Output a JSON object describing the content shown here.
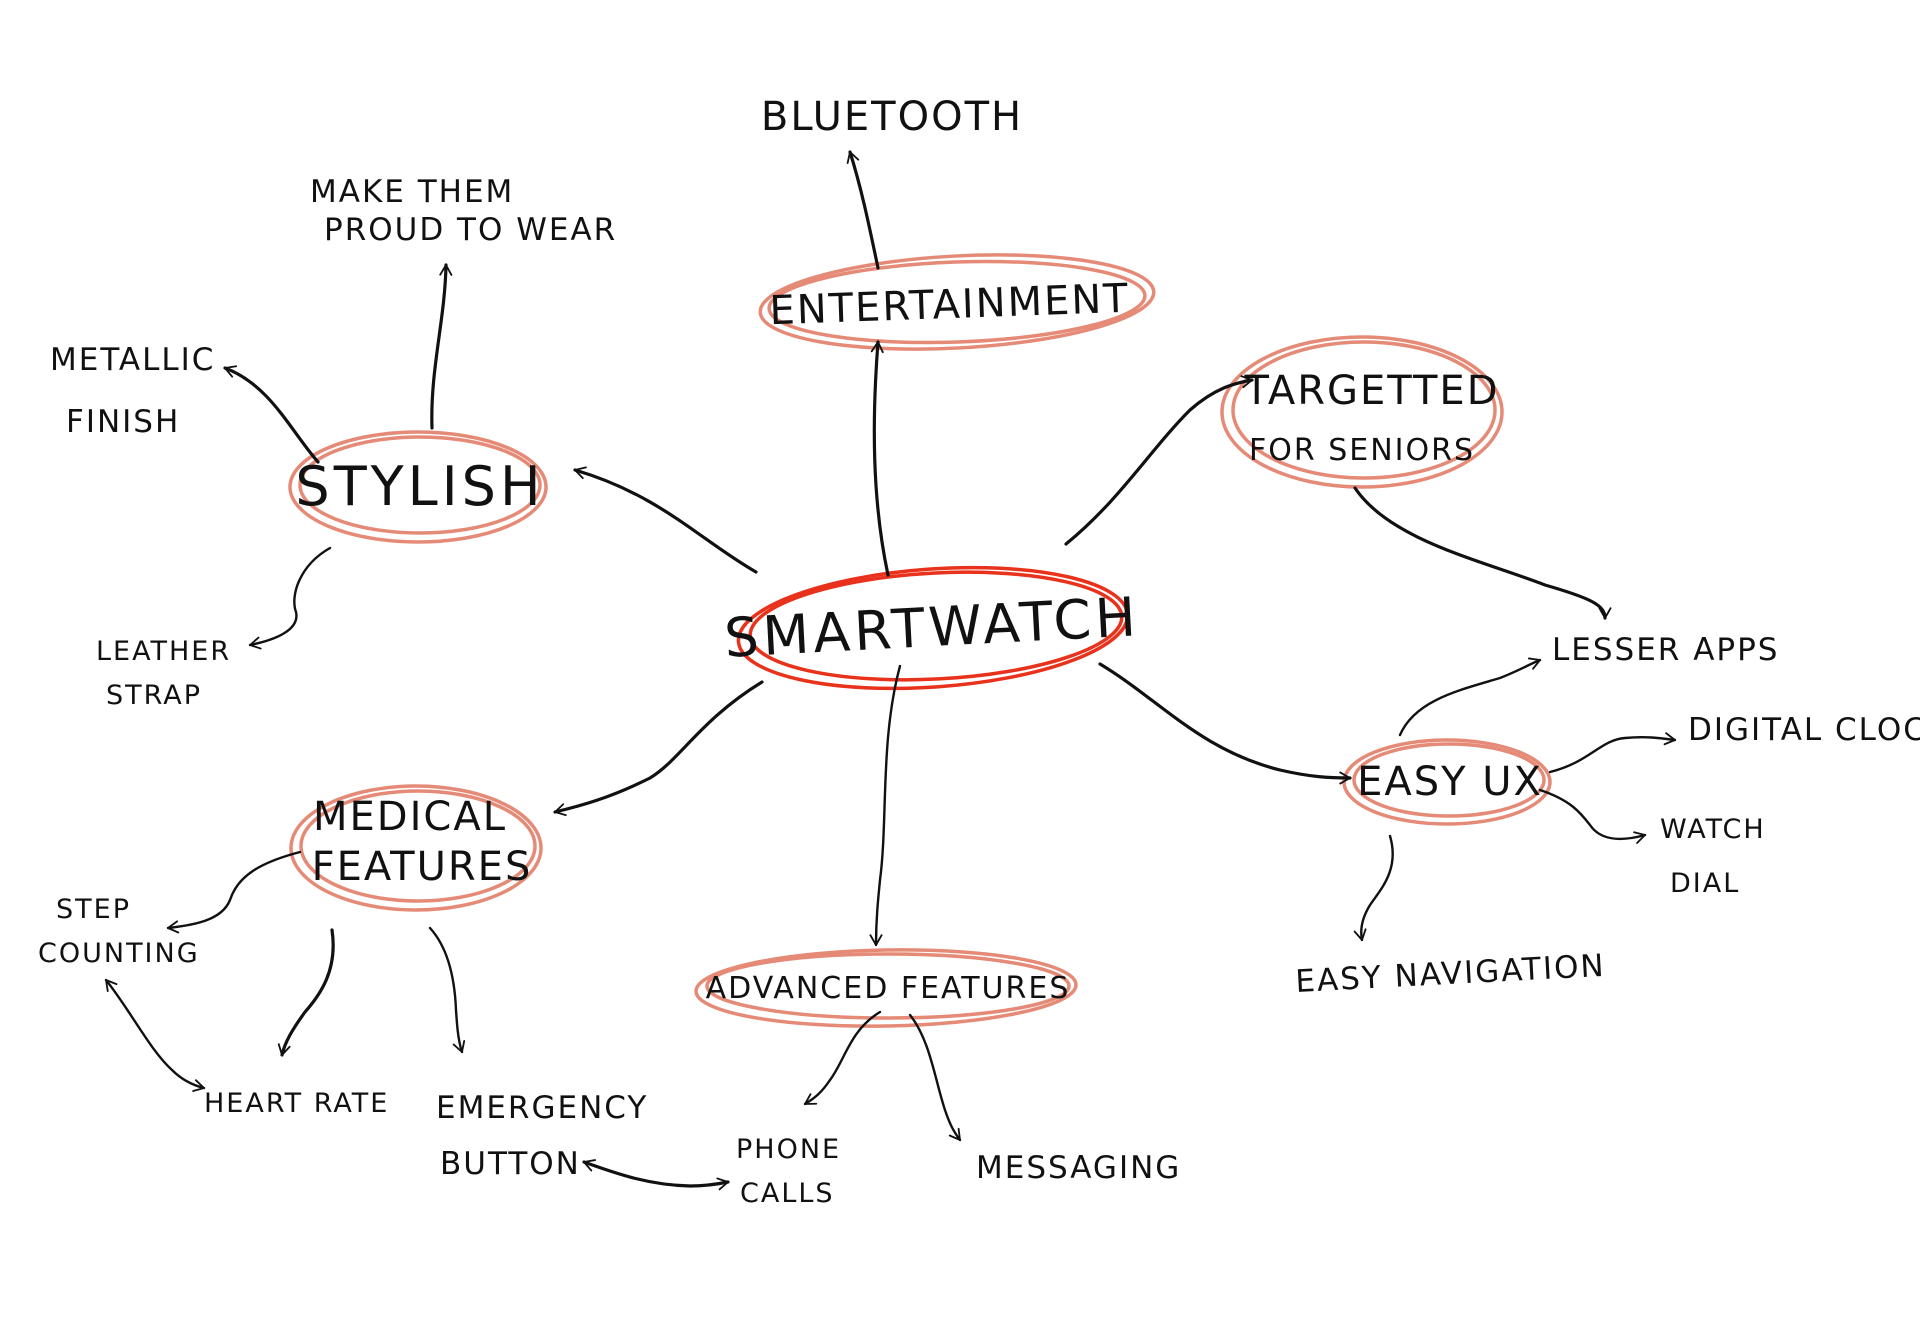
{
  "mindmap": {
    "center": {
      "label": "SMARTWATCH",
      "color": "#e8321c"
    },
    "node_color": "#e58a77",
    "stroke_color": "#111111",
    "branches": {
      "entertainment": {
        "label": "ENTERTAINMENT",
        "children": [
          "BLUETOOTH"
        ]
      },
      "stylish": {
        "label": "STYLISH",
        "children": [
          "MAKE THEM",
          "PROUD TO WEAR",
          "METALLIC",
          "FINISH",
          "LEATHER",
          "STRAP"
        ]
      },
      "targeted": {
        "label_line1": "TARGETTED",
        "label_line2": "FOR SENIORS",
        "children": [
          "LESSER APPS"
        ]
      },
      "easy_ux": {
        "label": "EASY UX",
        "children": [
          "DIGITAL CLOCK",
          "WATCH",
          "DIAL",
          "EASY NAVIGATION"
        ]
      },
      "medical": {
        "label_line1": "MEDICAL",
        "label_line2": "FEATURES",
        "children": [
          "STEP",
          "COUNTING",
          "HEART RATE",
          "EMERGENCY",
          "BUTTON"
        ]
      },
      "advanced": {
        "label": "ADVANCED FEATURES",
        "children": [
          "PHONE",
          "CALLS",
          "MESSAGING"
        ]
      }
    }
  }
}
